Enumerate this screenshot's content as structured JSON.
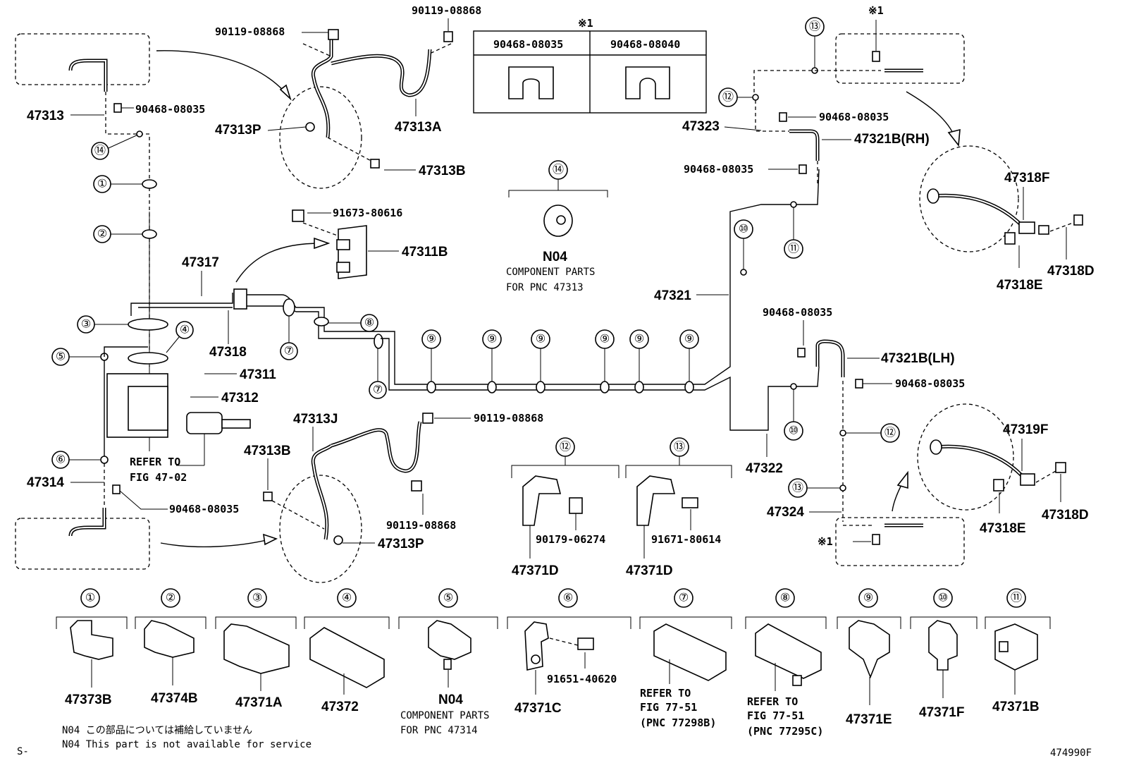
{
  "labels": {
    "p90119_08868_a": "90119-08868",
    "p90119_08868_b": "90119-08868",
    "p90119_08868_c": "90119-08868",
    "p90119_08868_d": "90119-08868",
    "p47313": "47313",
    "p90468_08035_a": "90468-08035",
    "p47313P_a": "47313P",
    "p47313A": "47313A",
    "p47313B_a": "47313B",
    "p91673_80616": "91673-80616",
    "p47311B": "47311B",
    "p47317": "47317",
    "p47318": "47318",
    "p47311": "47311",
    "p47312": "47312",
    "refer_fig_47_02": [
      "REFER TO",
      "FIG 47-02"
    ],
    "p47314": "47314",
    "p90468_08035_b": "90468-08035",
    "p47313J": "47313J",
    "p47313B_b": "47313B",
    "p47313P_b": "47313P",
    "p47323": "47323",
    "p90468_08035_c": "90468-08035",
    "p47321B_RH": "47321B(RH)",
    "p90468_08035_d": "90468-08035",
    "p47318F": "47318F",
    "p47318D_a": "47318D",
    "p47318E_a": "47318E",
    "p47321": "47321",
    "p90468_08035_e": "90468-08035",
    "p47321B_LH": "47321B(LH)",
    "p90468_08035_f": "90468-08035",
    "p47319F": "47319F",
    "p47322": "47322",
    "p47324": "47324",
    "p47318E_b": "47318E",
    "p47318D_b": "47318D",
    "p47371D_a": "47371D",
    "p90179_06274": "90179-06274",
    "p47371D_b": "47371D",
    "p91671_80614": "91671-80614",
    "note_mark": "※1",
    "n04": "N04",
    "component_parts_47313": [
      "COMPONENT PARTS",
      "FOR PNC 47313"
    ],
    "drawing_no": "474990F",
    "s_mark": "S-"
  },
  "clip_table": {
    "mark": "※1",
    "columns": [
      "90468-08035",
      "90468-08040"
    ]
  },
  "circle_refs": [
    "①",
    "②",
    "③",
    "④",
    "⑤",
    "⑥",
    "⑦",
    "⑧",
    "⑨",
    "⑩",
    "⑪",
    "⑫",
    "⑬",
    "⑭"
  ],
  "bottom_parts": [
    {
      "ref": "①",
      "part": "47373B"
    },
    {
      "ref": "②",
      "part": "47374B"
    },
    {
      "ref": "③",
      "part": "47371A"
    },
    {
      "ref": "④",
      "part": "47372"
    },
    {
      "ref": "⑤",
      "part": "N04",
      "note": [
        "COMPONENT PARTS",
        "FOR PNC 47314"
      ]
    },
    {
      "ref": "⑥",
      "part": "47371C",
      "extra": "91651-40620"
    },
    {
      "ref": "⑦",
      "part": "",
      "note": [
        "REFER TO",
        "FIG 77-51",
        "(PNC 77298B)"
      ]
    },
    {
      "ref": "⑧",
      "part": "",
      "note": [
        "REFER TO",
        "FIG 77-51",
        "(PNC 77295C)"
      ]
    },
    {
      "ref": "⑨",
      "part": "47371E"
    },
    {
      "ref": "⑩",
      "part": "47371F"
    },
    {
      "ref": "⑪",
      "part": "47371B"
    }
  ],
  "footnotes": [
    "N04 この部品については補給していません",
    "N04 This part is not available for service"
  ]
}
